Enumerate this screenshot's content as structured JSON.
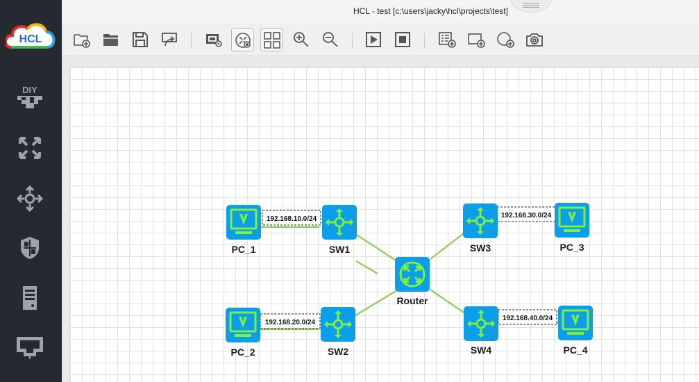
{
  "app": {
    "logo_text": "HCL",
    "window_title": "HCL - test [c:\\users\\jacky\\hcl\\projects\\test]"
  },
  "sidebar": {
    "items": [
      {
        "name": "diy-icon",
        "label": "DIY"
      },
      {
        "name": "router-category-icon"
      },
      {
        "name": "switch-category-icon"
      },
      {
        "name": "firewall-category-icon"
      },
      {
        "name": "server-category-icon"
      },
      {
        "name": "connection-category-icon"
      }
    ]
  },
  "toolbar": {
    "buttons": [
      "new-project-icon",
      "open-project-icon",
      "save-icon",
      "export-icon",
      "show-interface-icon",
      "topology-view-icon",
      "grid-view-icon",
      "zoom-in-icon",
      "zoom-out-icon",
      "start-icon",
      "stop-icon",
      "add-text-icon",
      "add-rectangle-icon",
      "add-ellipse-icon",
      "screenshot-icon"
    ]
  },
  "colors": {
    "device_blue": "#0a9fe8",
    "device_green": "#7ff03c",
    "link_green": "#7fcf3f",
    "sidebar_bg": "#262a30"
  },
  "topology": {
    "nodes": {
      "pc1": {
        "label": "PC_1",
        "type": "pc"
      },
      "sw1": {
        "label": "SW1",
        "type": "switch"
      },
      "pc2": {
        "label": "PC_2",
        "type": "pc"
      },
      "sw2": {
        "label": "SW2",
        "type": "switch"
      },
      "router": {
        "label": "Router",
        "type": "router"
      },
      "sw3": {
        "label": "SW3",
        "type": "switch"
      },
      "pc3": {
        "label": "PC_3",
        "type": "pc"
      },
      "sw4": {
        "label": "SW4",
        "type": "switch"
      },
      "pc4": {
        "label": "PC_4",
        "type": "pc"
      }
    },
    "networks": {
      "net1": "192.168.10.0/24",
      "net2": "192.168.20.0/24",
      "net3": "192.168.30.0/24",
      "net4": "192.168.40.0/24"
    }
  }
}
